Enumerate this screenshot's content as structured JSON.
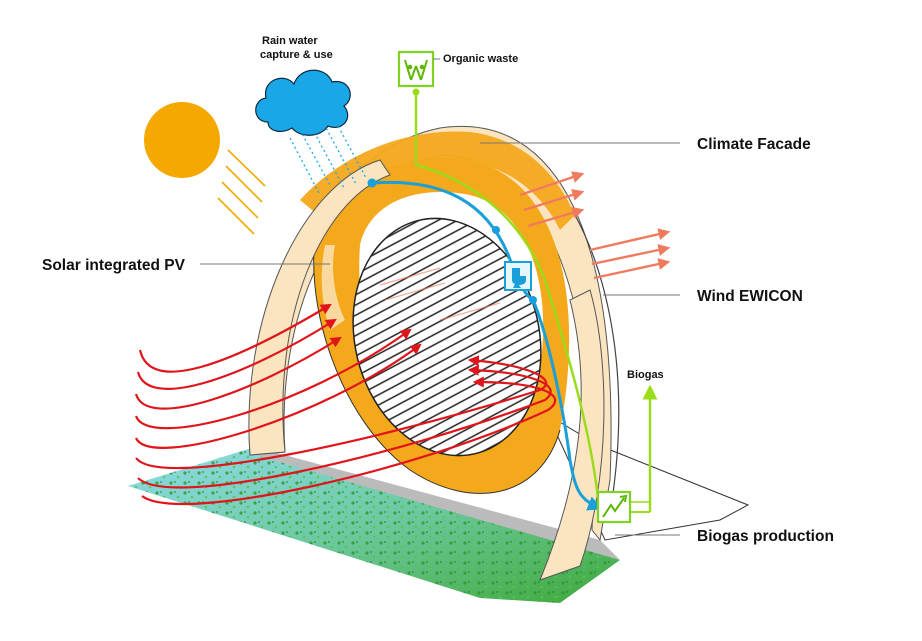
{
  "labels": {
    "rain_line1": "Rain water",
    "rain_line2": "capture & use",
    "organic_waste": "Organic waste",
    "climate_facade": "Climate Facade",
    "solar_pv": "Solar integrated PV",
    "wind_ewicon": "Wind EWICON",
    "biogas": "Biogas",
    "biogas_production": "Biogas production"
  },
  "icons": {
    "organic_waste": "organic-waste-icon",
    "toilet": "toilet-icon",
    "biogas_production": "biogas-production-icon",
    "sun": "sun-icon",
    "cloud": "rain-cloud-icon"
  },
  "colors": {
    "sun": "#f5a800",
    "cloud": "#1aa7e8",
    "facade_orange": "#f4a81c",
    "facade_cream": "#fbe5c0",
    "water_pipe": "#1a9fd8",
    "organic_pipe": "#9bdc1a",
    "wind_red": "#e0151b",
    "wind_out": "#f07a5e",
    "ground_green": "#4caf3a",
    "ground_blue": "#a8e4f0"
  }
}
